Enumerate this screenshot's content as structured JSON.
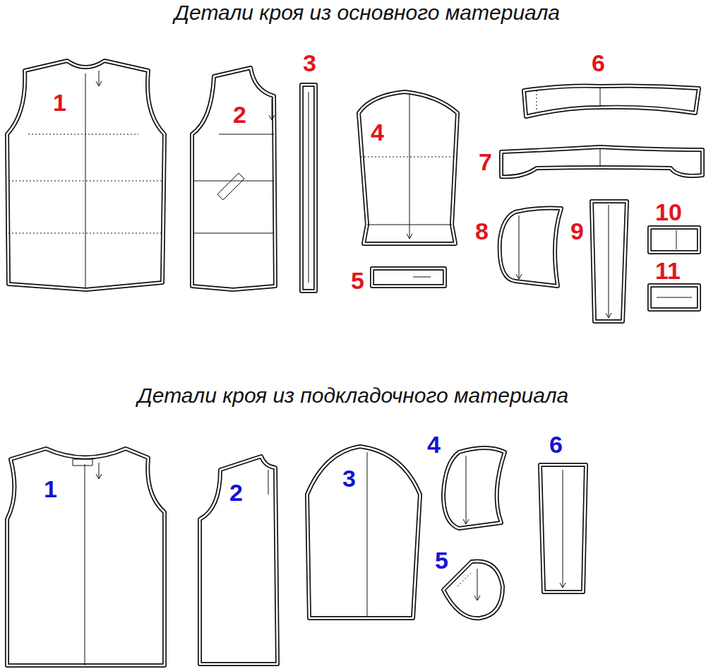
{
  "diagram": {
    "title": "Детали кроя из основного материала",
    "nodes": [
      {
        "text": [
          "1"
        ]
      },
      {
        "text": [
          "2"
        ]
      },
      {
        "text": [
          "3"
        ]
      },
      {
        "text": [
          "4"
        ]
      },
      {
        "text": [
          "5"
        ]
      },
      {
        "text": [
          "6"
        ]
      },
      {
        "text": [
          "7"
        ]
      },
      {
        "text": [
          "8"
        ]
      },
      {
        "text": [
          "9"
        ]
      },
      {
        "text": [
          "10"
        ]
      },
      {
        "text": [
          "11"
        ]
      },
      {
        "text": [
          "1"
        ]
      },
      {
        "text": [
          "2"
        ]
      },
      {
        "text": [
          "3"
        ]
      },
      {
        "text": [
          "4"
        ]
      },
      {
        "text": [
          "5"
        ]
      },
      {
        "text": [
          "6"
        ]
      }
    ],
    "labels": [
      "Детали кроя из подкладочного материала"
    ]
  }
}
